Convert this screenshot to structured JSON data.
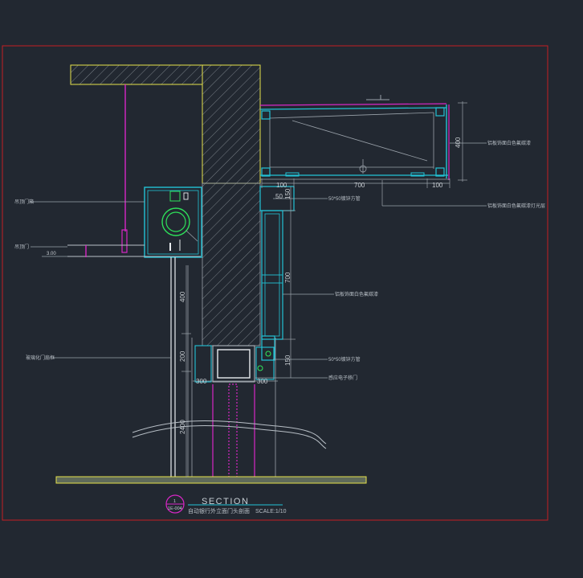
{
  "colors": {
    "background": "#222831",
    "frame": "#c41e24",
    "concrete": "#e6e24a",
    "steel": "#22c3d6",
    "hanger": "#d827c6",
    "dimension": "#9aa2aa",
    "motor": "#2ee05a"
  },
  "title": {
    "main": "SECTION",
    "subtitle": "自动银行外立面门头剖面",
    "scale": "SCALE:1/10",
    "badge_top": "1",
    "badge_bottom": "1E-004"
  },
  "labels": {
    "canopy_top": "铝板饰面白色氟碳漆",
    "canopy_bottom": "铝板饰面白色氟碳漆灯光层",
    "tube_upper": "50*50镀锌方管",
    "panel_mid": "铝板饰面白色氟碳漆",
    "tube_lower": "50*50镀锌方管",
    "sensor_door": "感应电子移门",
    "left_a": "吊顶门箱",
    "left_b": "吊顶门",
    "left_c": "玻璃化门扇框"
  },
  "dimensions": {
    "d400_right": "400",
    "d700_top": "700",
    "d100_a": "100",
    "d100_b": "100",
    "d150_top": "150",
    "d50": "50",
    "d700_side": "700",
    "d150_bottom": "150",
    "d400_left": "400",
    "d200": "200",
    "d2400": "2400",
    "d300_a": "300",
    "d300_b": "300",
    "d3_00": "3.00"
  }
}
